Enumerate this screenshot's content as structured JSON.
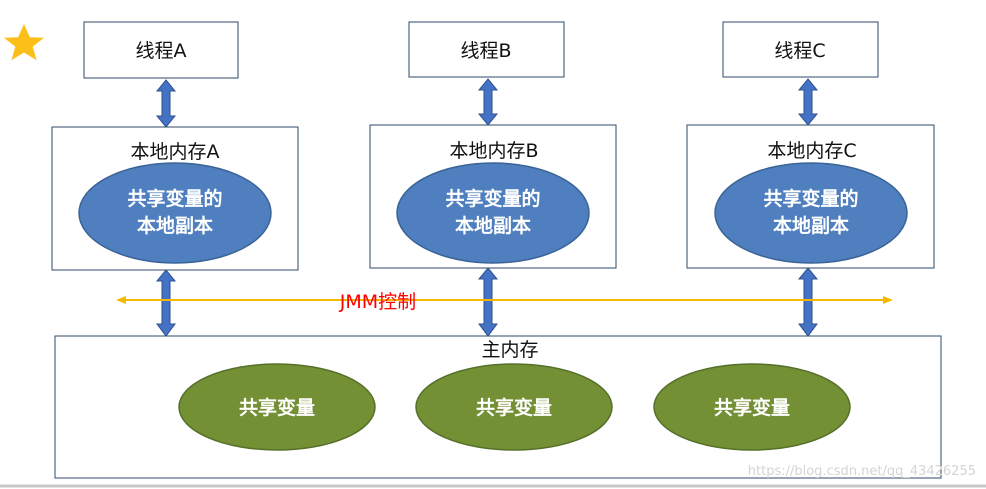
{
  "threads": [
    {
      "label": "线程A",
      "local_memory_label": "本地内存A",
      "copy_line1": "共享变量的",
      "copy_line2": "本地副本"
    },
    {
      "label": "线程B",
      "local_memory_label": "本地内存B",
      "copy_line1": "共享变量的",
      "copy_line2": "本地副本"
    },
    {
      "label": "线程C",
      "local_memory_label": "本地内存C",
      "copy_line1": "共享变量的",
      "copy_line2": "本地副本"
    }
  ],
  "jmm_control_label": "JMM控制",
  "main_memory": {
    "label": "主内存",
    "shared_variables": [
      "共享变量",
      "共享变量",
      "共享变量"
    ]
  },
  "watermark": "https://blog.csdn.net/qq_43426255",
  "colors": {
    "star": "#fbbf1a",
    "arrow_fill": "#4472c4",
    "arrow_stroke": "#2f528f",
    "local_copy_ellipse": "#4f7fbf",
    "local_copy_ellipse_stroke": "#3a6397",
    "shared_var_ellipse": "#739035",
    "shared_var_ellipse_stroke": "#56702a",
    "jmm_line": "#f5b800",
    "jmm_text": "#ff0000",
    "box_stroke": "#2f4a68"
  }
}
